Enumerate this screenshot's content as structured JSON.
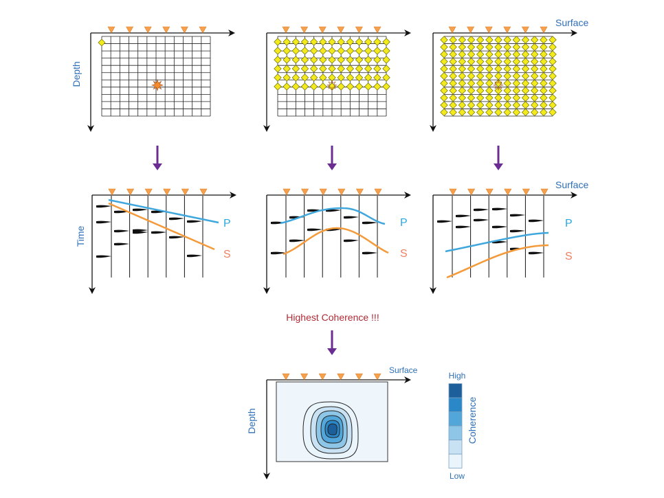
{
  "labels": {
    "surface": "Surface",
    "depth": "Depth",
    "time": "Time",
    "p_wave": "P",
    "s_wave": "S",
    "highest_coherence": "Highest Coherence !!!",
    "coherence": "Coherence",
    "high": "High",
    "low": "Low"
  },
  "colors": {
    "receiver": "#f6a04d",
    "source_marker": "#f3ea1e",
    "p_curve": "#3fa7dd",
    "s_curve": "#f49a3a",
    "arrow": "#6b2d91",
    "text_blue": "#2d6fb7",
    "text_red": "#b02a35",
    "coherence_scale": [
      "#eaf4fb",
      "#c8e2f3",
      "#8ec6e8",
      "#52a6d9",
      "#2b88c8",
      "#1c5f9a"
    ]
  },
  "icons": {
    "receiver": "inverted-triangle-icon",
    "grid_point": "diamond-icon",
    "event": "star-burst-icon",
    "flow": "down-arrow-icon"
  }
}
